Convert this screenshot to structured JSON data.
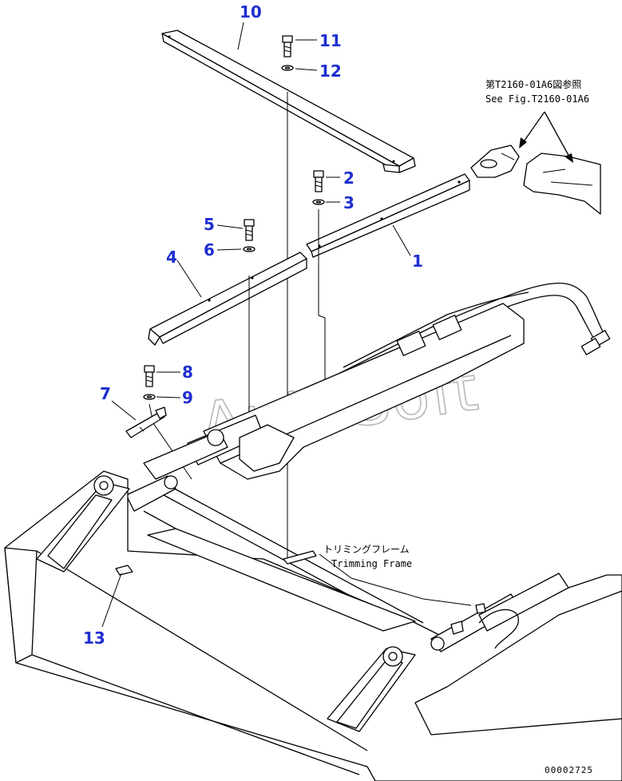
{
  "diagram": {
    "callouts": [
      {
        "id": "10",
        "text": "10"
      },
      {
        "id": "11",
        "text": "11"
      },
      {
        "id": "12",
        "text": "12"
      },
      {
        "id": "2",
        "text": "2"
      },
      {
        "id": "3",
        "text": "3"
      },
      {
        "id": "1",
        "text": "1"
      },
      {
        "id": "5",
        "text": "5"
      },
      {
        "id": "6",
        "text": "6"
      },
      {
        "id": "4",
        "text": "4"
      },
      {
        "id": "8",
        "text": "8"
      },
      {
        "id": "9",
        "text": "9"
      },
      {
        "id": "7",
        "text": "7"
      },
      {
        "id": "13",
        "text": "13"
      }
    ],
    "ref_note": {
      "line1": "第T2160-01A6図参照",
      "line2": "See Fig.T2160-01A6"
    },
    "frame_note": {
      "line1": "トリミングフレーム",
      "line2": "Trimming Frame"
    },
    "watermark": "AutoSoft",
    "doc_number": "00002725",
    "callout_color": "#1e2fd0"
  }
}
